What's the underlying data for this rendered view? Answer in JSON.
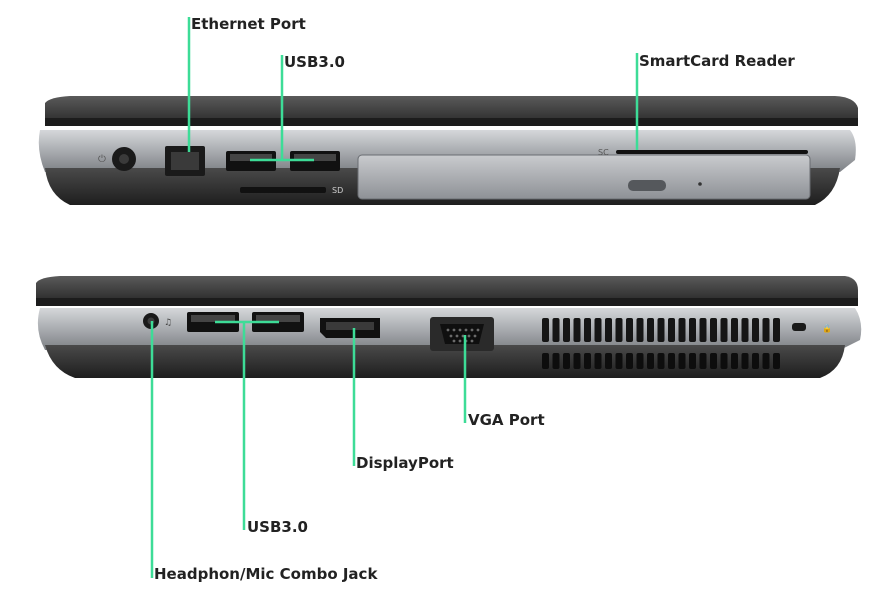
{
  "labels": {
    "ethernet": "Ethernet Port",
    "usb_top": "USB3.0",
    "smartcard": "SmartCard Reader",
    "vga": "VGA Port",
    "displayport": "DisplayPort",
    "usb_bottom": "USB3.0",
    "headphone": "Headphon/Mic Combo Jack"
  },
  "port_marks": {
    "sd": "SD",
    "sc": "SC"
  },
  "colors": {
    "callout_line": "#3ddc97",
    "laptop_body": "#2b2b2b",
    "silver_panel": "#a9acb0",
    "label_text": "#222222"
  }
}
